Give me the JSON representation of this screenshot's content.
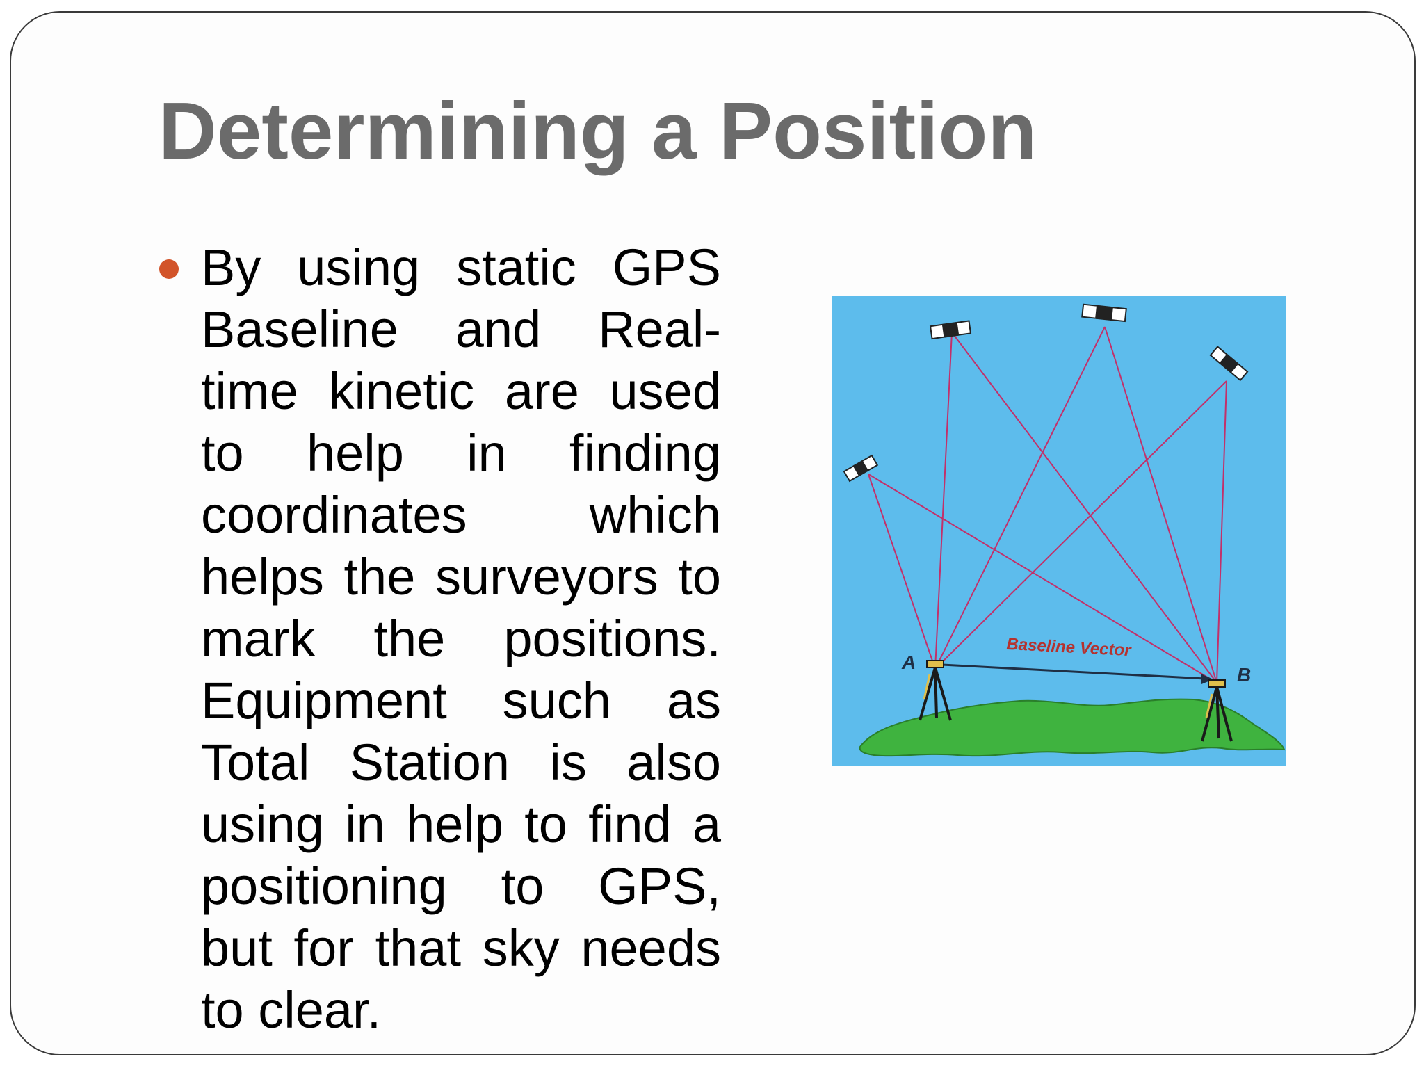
{
  "slide": {
    "title": "Determining a Position",
    "bullet_text": "By using static GPS Baseline and Real-time kinetic are used to help in finding coordinates which helps the surveyors to mark the positions. Equipment such as Total Station is also using in help to find a positioning to GPS, but for that sky needs to clear."
  },
  "figure": {
    "caption_vector": "Baseline Vector",
    "station_a_label": "A",
    "station_b_label": "B",
    "colors": {
      "sky": "#5dbcec",
      "ground": "#3fb33f",
      "signal_lines": "#c2306a",
      "vector_text": "#b5322f",
      "bullet": "#d2542a",
      "title": "#6b6b6b"
    }
  }
}
